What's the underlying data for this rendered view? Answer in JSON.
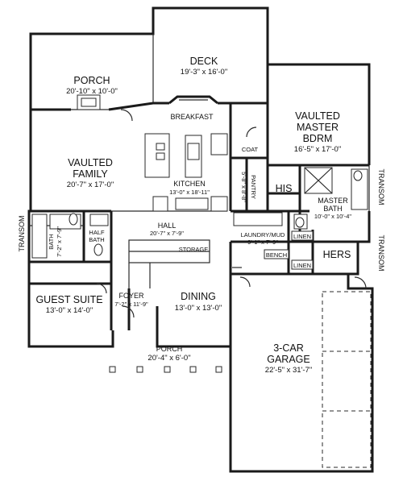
{
  "rooms": {
    "porch_rear": {
      "name": "PORCH",
      "dims": "20'-10\" x 10'-0\""
    },
    "deck": {
      "name": "DECK",
      "dims": "19'-3\" x 16'-0\""
    },
    "breakfast": {
      "name": "BREAKFAST"
    },
    "master": {
      "name1": "VAULTED",
      "name2": "MASTER",
      "name3": "BDRM",
      "dims": "16'-5\" x 17'-0\""
    },
    "family": {
      "name1": "VAULTED",
      "name2": "FAMILY",
      "dims": "20'-7\" x 17'-0\""
    },
    "coat": {
      "name": "COAT"
    },
    "pantry": {
      "name": "PANTRY",
      "dims": "5'-8\" x 8'-8\""
    },
    "kitchen": {
      "name": "KITCHEN",
      "dims": "13'-0\" x 18'-11\""
    },
    "his": {
      "name": "HIS"
    },
    "master_bath": {
      "name1": "MASTER",
      "name2": "BATH",
      "dims": "10'-0\" x 10'-4\""
    },
    "hers": {
      "name": "HERS"
    },
    "linen1": {
      "name": "LINEN"
    },
    "linen2": {
      "name": "LINEN"
    },
    "bench": {
      "name": "BENCH"
    },
    "laundry": {
      "name": "LAUNDRY/MUD",
      "dims": "9'-1\" x 7'-9\""
    },
    "hall": {
      "name": "HALL",
      "dims": "20'-7\" x 7'-9\""
    },
    "storage": {
      "name": "STORAGE"
    },
    "bath": {
      "name": "BATH",
      "dims": "7'-2\" x 7'-9\""
    },
    "half_bath": {
      "name1": "HALF",
      "name2": "BATH"
    },
    "guest": {
      "name": "GUEST SUITE",
      "dims": "13'-0\" x 14'-0\""
    },
    "foyer": {
      "name": "FOYER",
      "dims": "7'-2\" x 11'-9\""
    },
    "dining": {
      "name": "DINING",
      "dims": "13'-0\" x 13'-0\""
    },
    "porch_front": {
      "name": "PORCH",
      "dims": "20'-4\" x 6'-0\""
    },
    "garage": {
      "name1": "3-CAR",
      "name2": "GARAGE",
      "dims": "22'-5\" x 31'-7\""
    }
  },
  "transoms": [
    "TRANSOM",
    "TRANSOM",
    "TRANSOM"
  ]
}
